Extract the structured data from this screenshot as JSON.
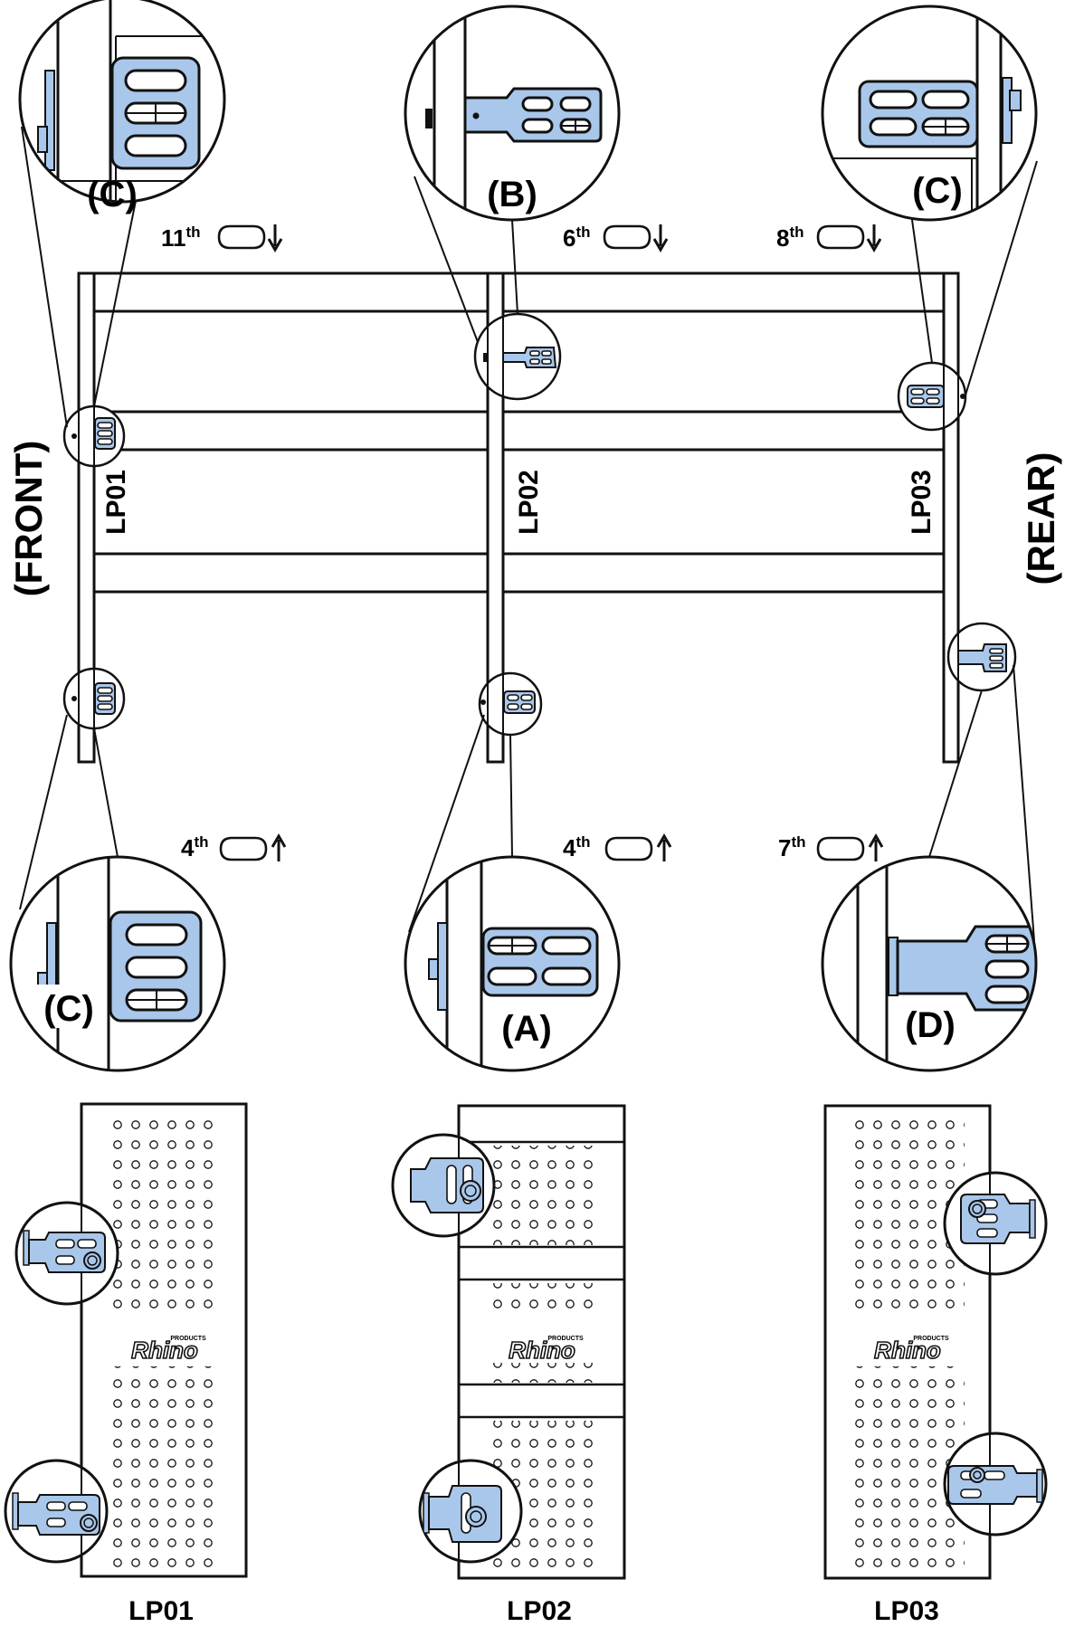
{
  "side_labels": {
    "front": "(FRONT)",
    "rear": "(REAR)"
  },
  "post_labels": [
    "LP01",
    "LP02",
    "LP03"
  ],
  "panel_labels": [
    "LP01",
    "LP02",
    "LP03"
  ],
  "callouts": {
    "top_left": "(C)",
    "top_middle": "(B)",
    "top_right": "(C)",
    "bottom_left": "(C)",
    "bottom_middle": "(A)",
    "bottom_right": "(D)"
  },
  "hole_positions": {
    "top_left": {
      "num": "11",
      "sup": "th"
    },
    "top_mid": {
      "num": "6",
      "sup": "th"
    },
    "top_right": {
      "num": "8",
      "sup": "th"
    },
    "bot_left": {
      "num": "4",
      "sup": "th"
    },
    "bot_mid": {
      "num": "4",
      "sup": "th"
    },
    "bot_right": {
      "num": "7",
      "sup": "th"
    }
  },
  "logo": {
    "text": "Rhino",
    "tagline": "PRODUCTS"
  },
  "colors": {
    "bracket": "#a9c7ea",
    "ink": "#111111"
  }
}
